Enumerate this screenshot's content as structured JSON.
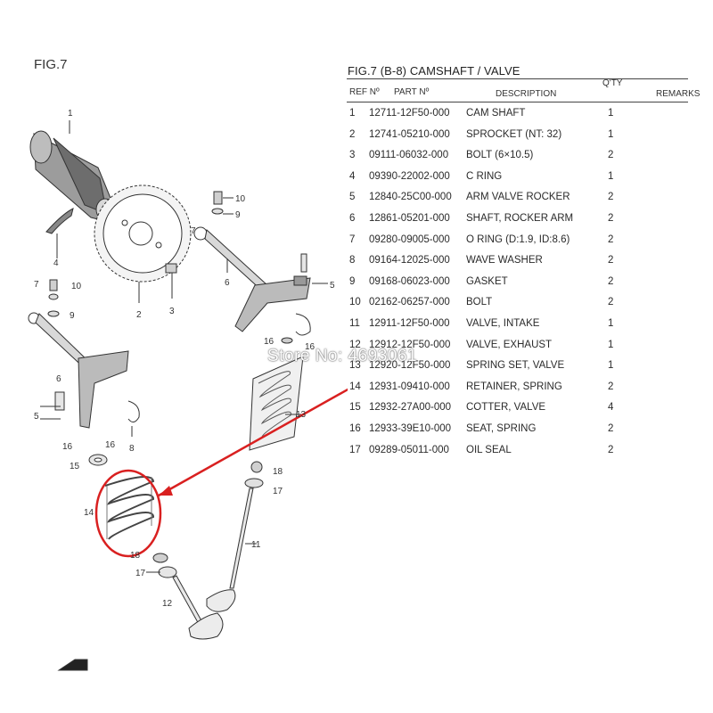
{
  "figure": {
    "label": "FIG.7",
    "table_title": "FIG.7 (B-8) CAMSHAFT / VALVE",
    "watermark": "Store No: 4693061"
  },
  "table": {
    "headers": {
      "ref": "REF Nº",
      "part": "PART Nº",
      "description": "DESCRIPTION",
      "qty": "Q'TY",
      "remarks": "REMARKS"
    },
    "rows": [
      {
        "ref": "1",
        "part": "12711-12F50-000",
        "description": "CAM SHAFT",
        "qty": "1"
      },
      {
        "ref": "2",
        "part": "12741-05210-000",
        "description": "SPROCKET (NT: 32)",
        "qty": "1"
      },
      {
        "ref": "3",
        "part": "09111-06032-000",
        "description": "BOLT (6×10.5)",
        "qty": "2"
      },
      {
        "ref": "4",
        "part": "09390-22002-000",
        "description": "C RING",
        "qty": "1"
      },
      {
        "ref": "5",
        "part": "12840-25C00-000",
        "description": "ARM VALVE ROCKER",
        "qty": "2"
      },
      {
        "ref": "6",
        "part": "12861-05201-000",
        "description": "SHAFT, ROCKER ARM",
        "qty": "2"
      },
      {
        "ref": "7",
        "part": "09280-09005-000",
        "description": "O RING (D:1.9, ID:8.6)",
        "qty": "2"
      },
      {
        "ref": "8",
        "part": "09164-12025-000",
        "description": "WAVE WASHER",
        "qty": "2"
      },
      {
        "ref": "9",
        "part": "09168-06023-000",
        "description": "GASKET",
        "qty": "2"
      },
      {
        "ref": "10",
        "part": "02162-06257-000",
        "description": "BOLT",
        "qty": "2"
      },
      {
        "ref": "11",
        "part": "12911-12F50-000",
        "description": "VALVE, INTAKE",
        "qty": "1"
      },
      {
        "ref": "12",
        "part": "12912-12F50-000",
        "description": "VALVE, EXHAUST",
        "qty": "1"
      },
      {
        "ref": "13",
        "part": "12920-12F50-000",
        "description": "SPRING SET, VALVE",
        "qty": "1"
      },
      {
        "ref": "14",
        "part": "12931-09410-000",
        "description": "RETAINER, SPRING",
        "qty": "2"
      },
      {
        "ref": "15",
        "part": "12932-27A00-000",
        "description": "COTTER, VALVE",
        "qty": "4"
      },
      {
        "ref": "16",
        "part": "12933-39E10-000",
        "description": "SEAT, SPRING",
        "qty": "2"
      },
      {
        "ref": "17",
        "part": "09289-05011-000",
        "description": "OIL SEAL",
        "qty": "2"
      }
    ]
  },
  "diagram": {
    "callouts": [
      "1",
      "2",
      "3",
      "4",
      "5",
      "5",
      "6",
      "6",
      "7",
      "7",
      "8",
      "9",
      "9",
      "10",
      "10",
      "11",
      "12",
      "13",
      "14",
      "15",
      "16",
      "16",
      "16",
      "16",
      "17",
      "17",
      "18",
      "18"
    ],
    "highlight_color": "#d92020"
  }
}
